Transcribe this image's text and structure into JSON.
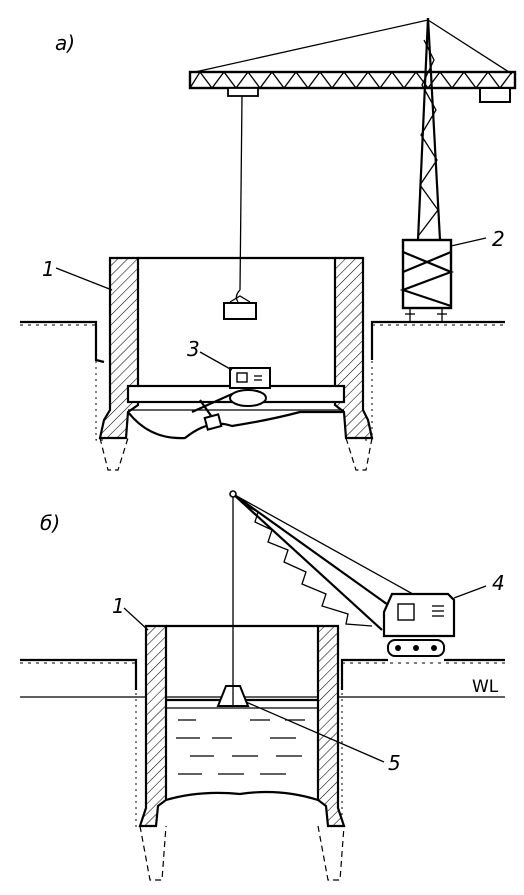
{
  "labels": {
    "panel_a": "a)",
    "panel_b": "б)",
    "n1_top": "1",
    "n2": "2",
    "n3": "3",
    "n1_bottom": "1",
    "n4": "4",
    "n5": "5",
    "water_level": "WL"
  }
}
